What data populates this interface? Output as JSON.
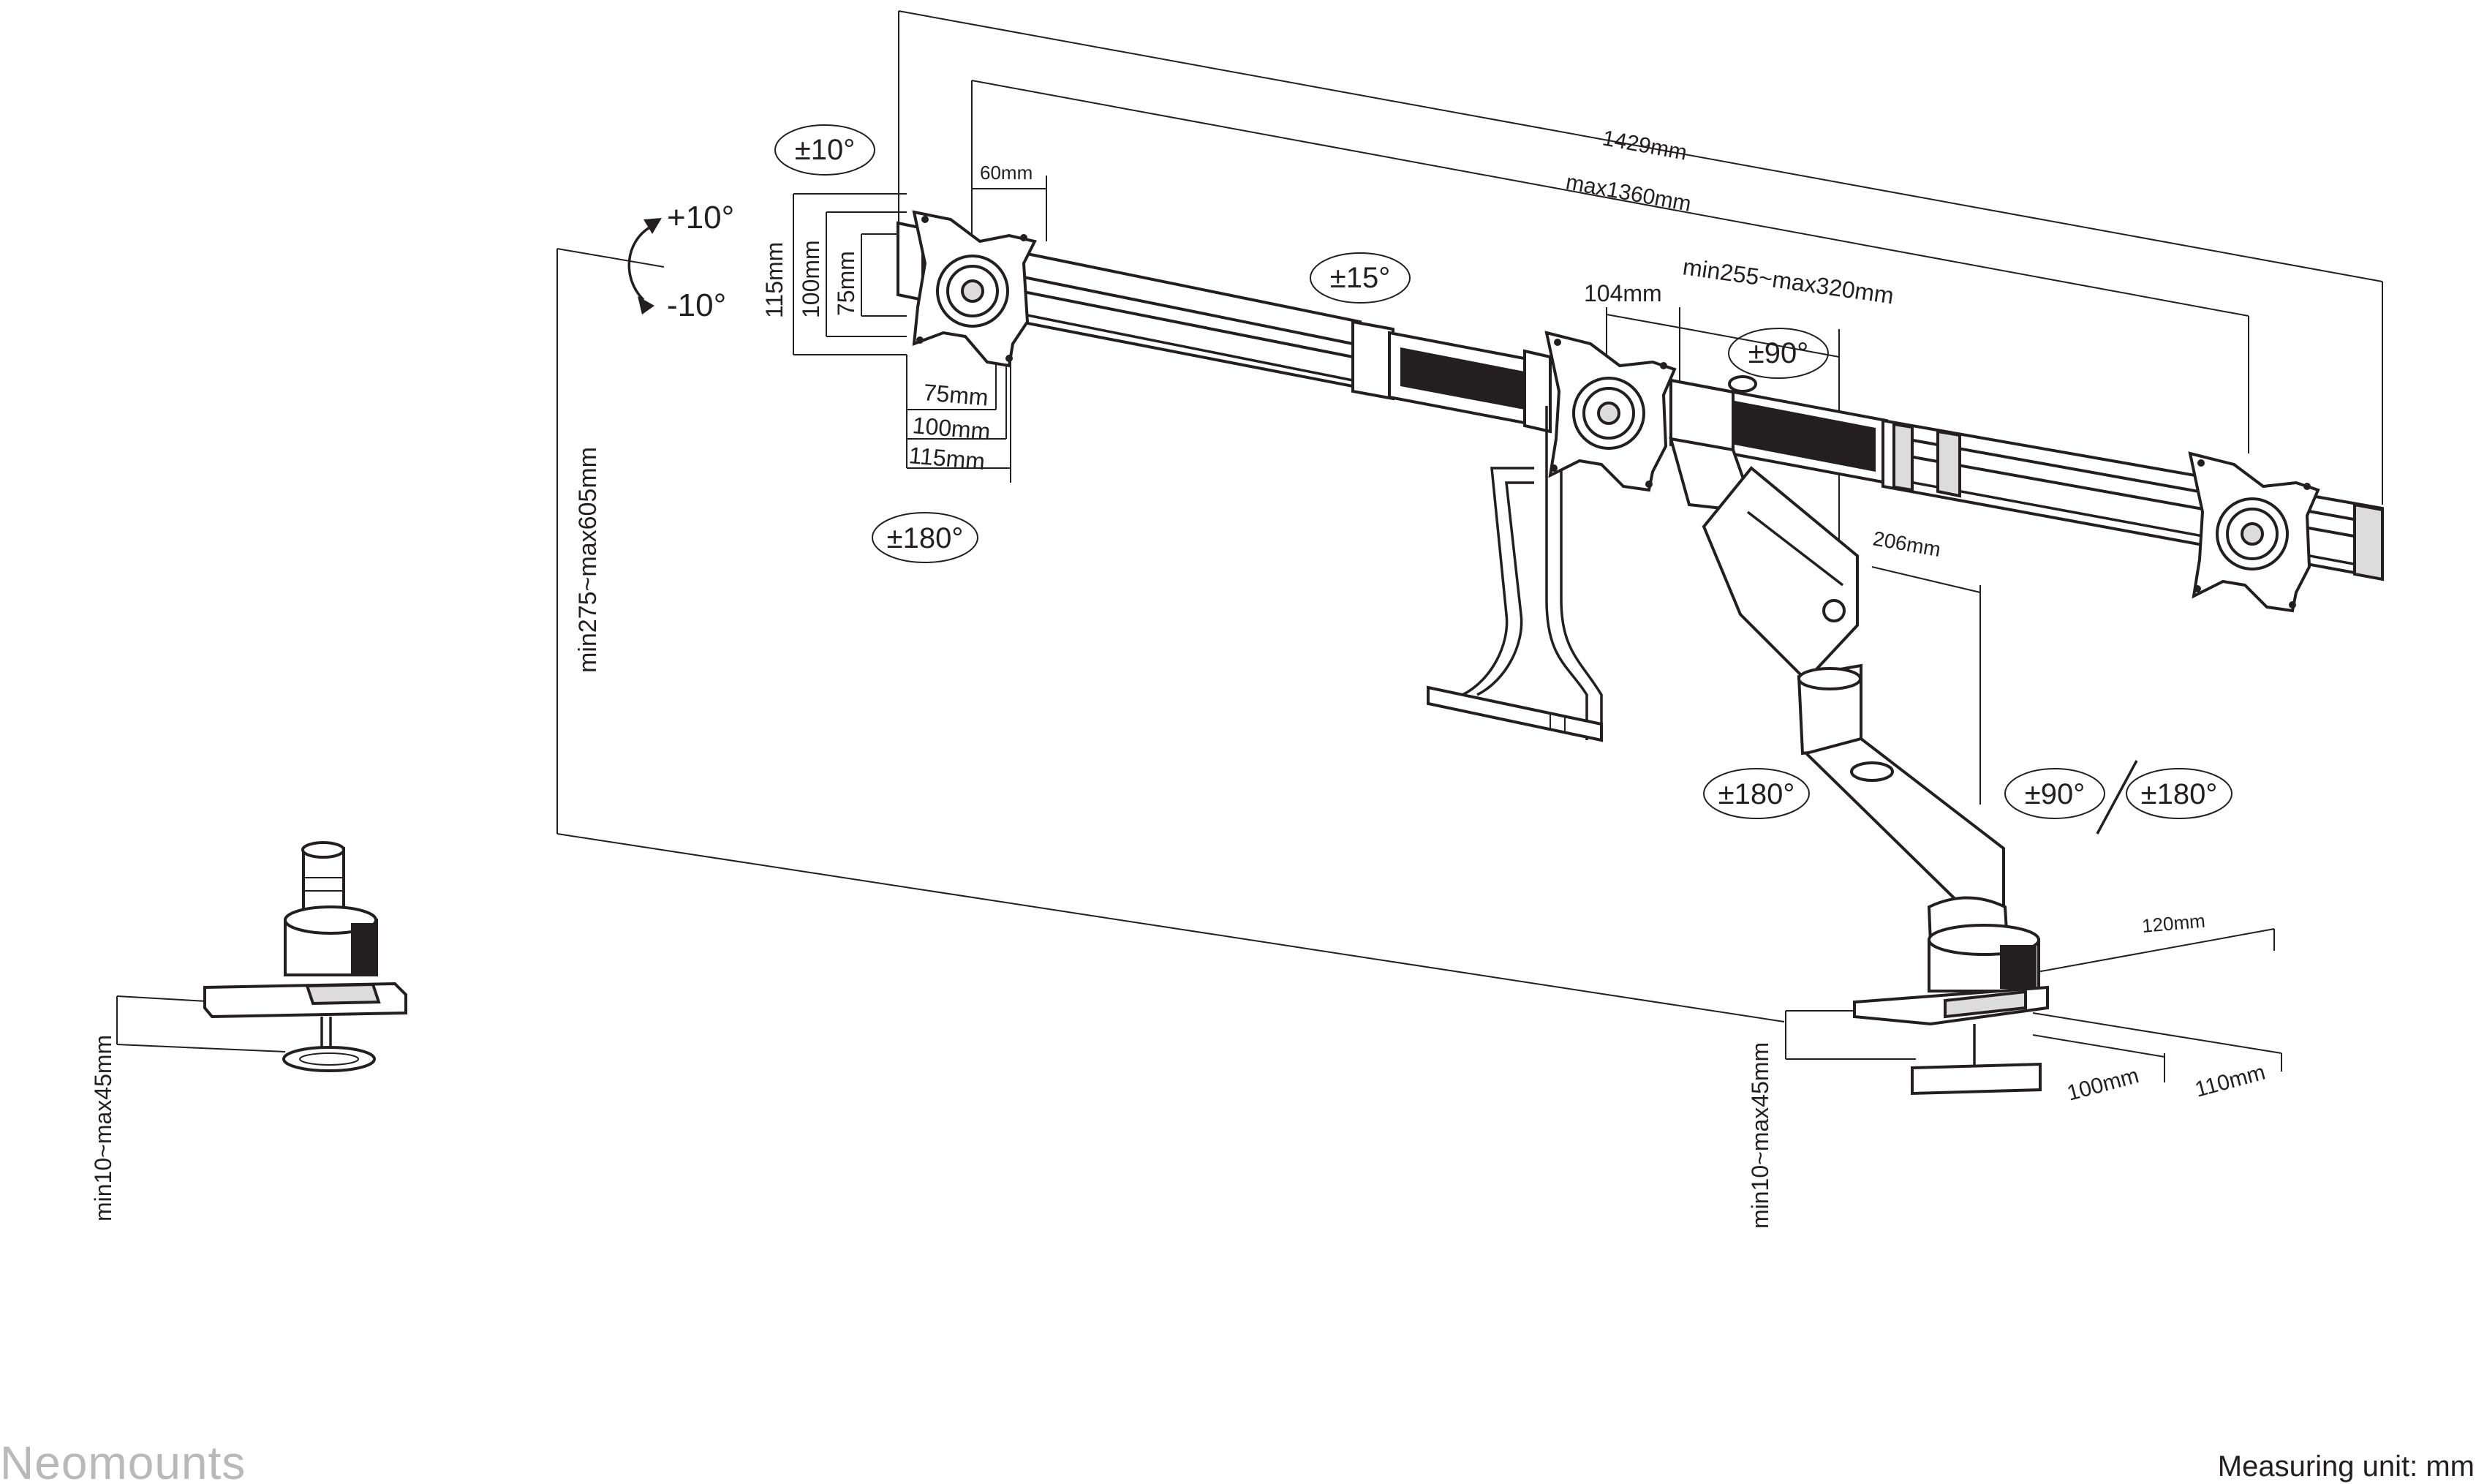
{
  "brand": {
    "name": "Neomounts"
  },
  "footer": {
    "measuring_unit": "Measuring unit: mm"
  },
  "dimensions": {
    "overall_width": "1429mm",
    "max_width": "max1360mm",
    "arm_offset": "60mm",
    "center_gap": "104mm",
    "center_span": "min255~max320mm",
    "pole_height": "min275~max605mm",
    "arm_reach": "206mm",
    "base_width": "120mm",
    "base_depth_a": "100mm",
    "base_depth_b": "110mm",
    "desk_thickness_left": "min10~max45mm",
    "desk_thickness_right": "min10~max45mm",
    "vesa_h_115": "115mm",
    "vesa_h_100": "100mm",
    "vesa_h_75": "75mm",
    "vesa_w_75": "75mm",
    "vesa_w_100": "100mm",
    "vesa_w_115": "115mm"
  },
  "angles": {
    "tilt_range": "±10°",
    "tilt_plus": "+10°",
    "tilt_minus": "-10°",
    "bar_rotation": "±15°",
    "center_swivel": "±90°",
    "screen_rotation": "±180°",
    "arm_swivel": "±180°",
    "base_swivel_a": "±90°",
    "base_swivel_b": "±180°"
  }
}
